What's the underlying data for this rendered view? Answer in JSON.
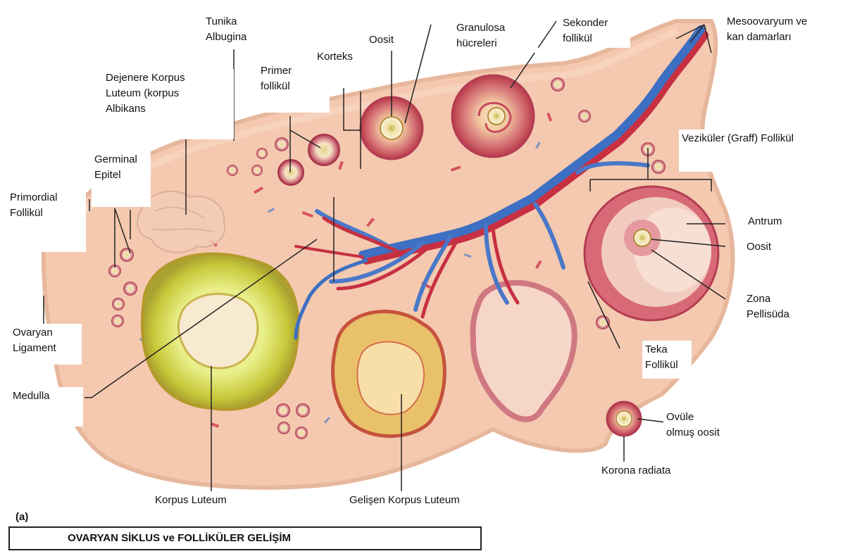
{
  "caption": "OVARYAN SİKLUS ve FOLLİKÜLER GELİŞİM",
  "panel_letter": "(a)",
  "labels": {
    "tunika_albugina": "Tunika\nAlbugina",
    "oosit_top": "Oosit",
    "granulosa": "Granulosa\nhücreleri",
    "sekonder": "Sekonder\nfollikül",
    "mesoovaryum": "Mesoovaryum ve\nkan damarları",
    "korteks": "Korteks",
    "dejenere": "Dejenere Korpus\nLuteum (korpus\nAlbikans",
    "primer": "Primer\nfollikül",
    "germinal": "Germinal\nEpitel",
    "veziküler": "Veziküler (Graff) Follikül",
    "primordial": "Primordial\nFollikül",
    "antrum": "Antrum",
    "oosit_right": "Oosit",
    "zona": "Zona\nPellisüda",
    "ovaryan_ligament": "Ovaryan\nLigament",
    "teka": "Teka\nFollikül",
    "medulla": "Medulla",
    "ovule": "Ovüle\nolmuş oosit",
    "korona": "Korona radiata",
    "korpus_luteum": "Korpus Luteum",
    "gelisen": "Gelişen Korpus Luteum"
  }
}
